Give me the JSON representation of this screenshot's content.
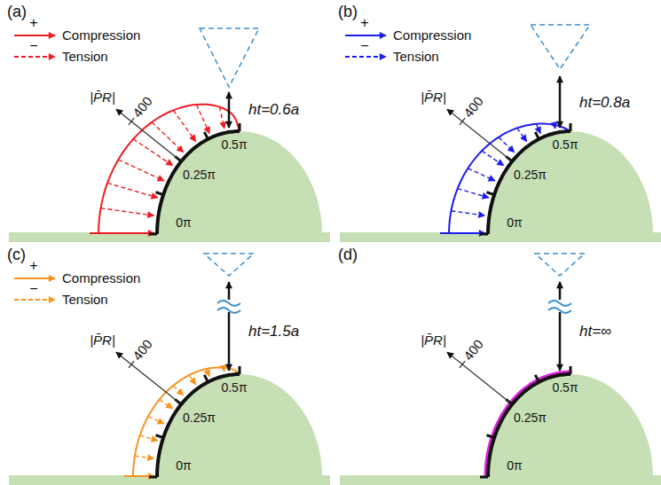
{
  "diagram": {
    "labels": [
      "(a)",
      "+",
      "−",
      "|P̄R|",
      "400",
      "0π",
      "0.25π",
      "0.5π",
      "ht=0.6a",
      "(b)",
      "+",
      "−",
      "|P̄R|",
      "400",
      "0π",
      "0.25π",
      "0.5π",
      "ht=0.8a",
      "(c)",
      "+",
      "−",
      "|P̄R|",
      "400",
      "0π",
      "0.25π",
      "0.5π",
      "ht=1.5a",
      "(d)",
      "|P̄R|",
      "400",
      "0π",
      "0.25π",
      "0.5π",
      "ht=∞"
    ],
    "legend": [
      {
        "text": "Compression"
      },
      {
        "text": "Tension"
      },
      {
        "text": "Compression"
      },
      {
        "text": "Tension"
      },
      {
        "text": "Compression"
      },
      {
        "text": "Tension"
      }
    ]
  }
}
